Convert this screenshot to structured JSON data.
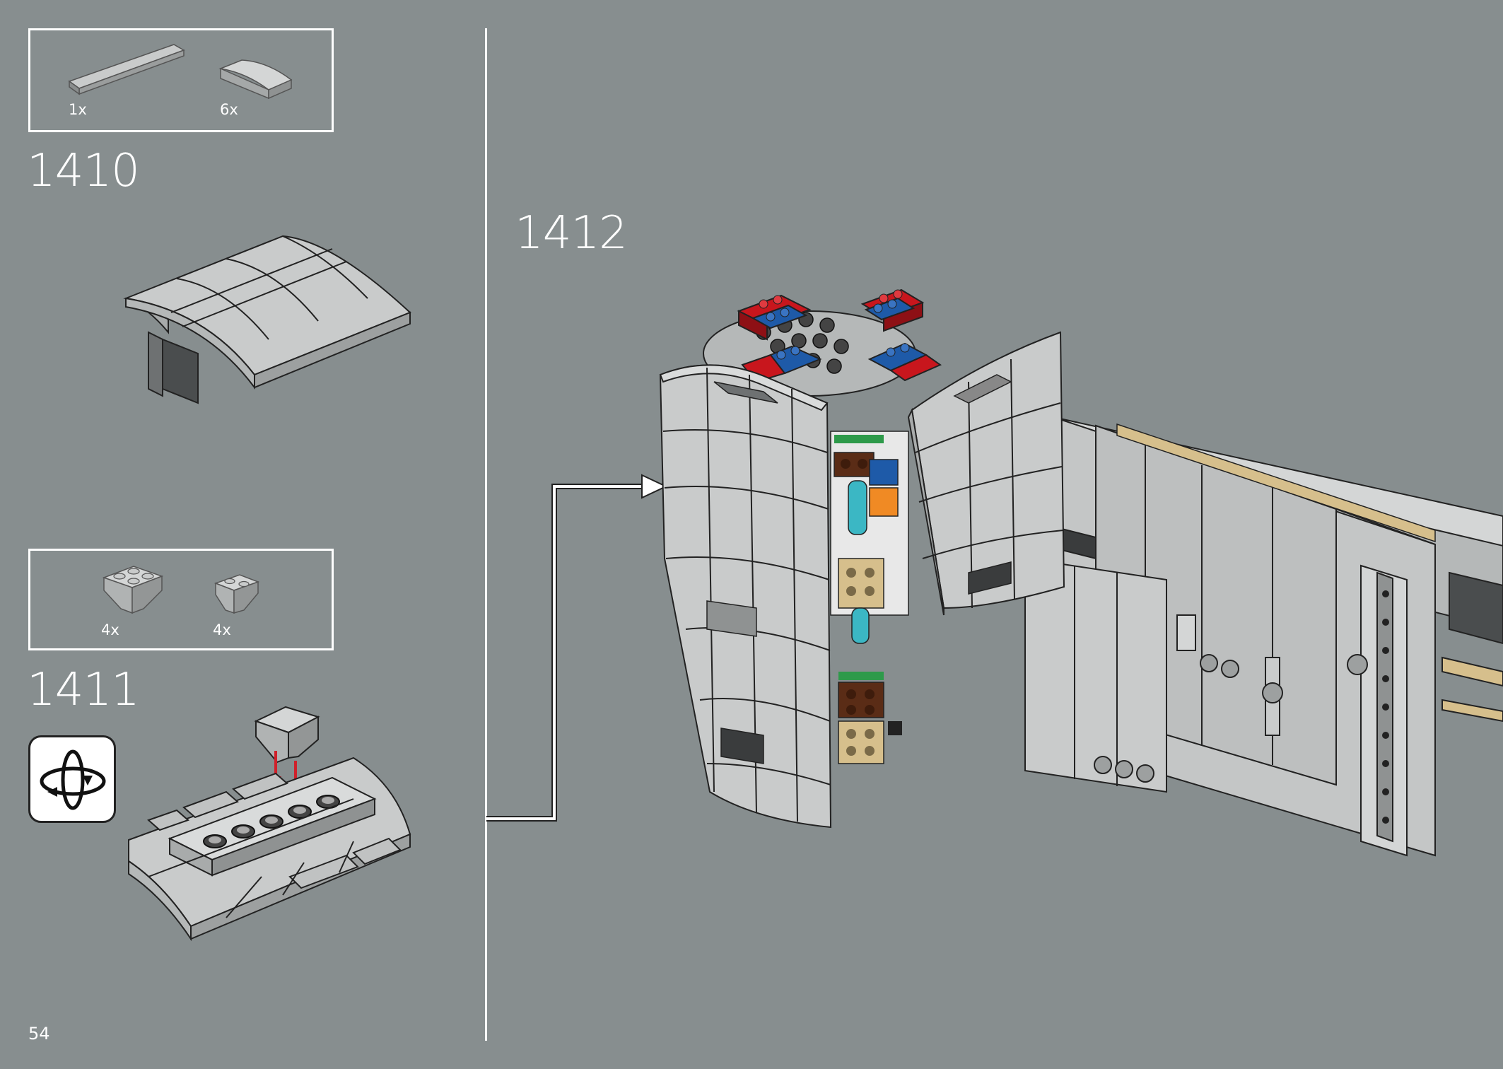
{
  "page": {
    "number": "54"
  },
  "steps": [
    {
      "number": "1410",
      "parts": [
        {
          "qty": "1x",
          "icon": "flat-tile-long-gray"
        },
        {
          "qty": "6x",
          "icon": "curved-slope-gray"
        }
      ]
    },
    {
      "number": "1411",
      "parts": [
        {
          "qty": "4x",
          "icon": "inverted-slope-2x2-gray"
        },
        {
          "qty": "4x",
          "icon": "inverted-slope-1x2-gray"
        }
      ],
      "callout": "rotate-model-icon"
    },
    {
      "number": "1412"
    }
  ],
  "colors": {
    "background": "#878e8f",
    "brick_gray": "#c9cbcb",
    "red": "#c8161d",
    "blue": "#1e5aa8",
    "brown": "#5a2c16",
    "tan": "#d6bf8c",
    "teal": "#3bb7c4",
    "green": "#2e9a4a",
    "orange": "#f08a24",
    "arrow_red": "#d0202a"
  }
}
